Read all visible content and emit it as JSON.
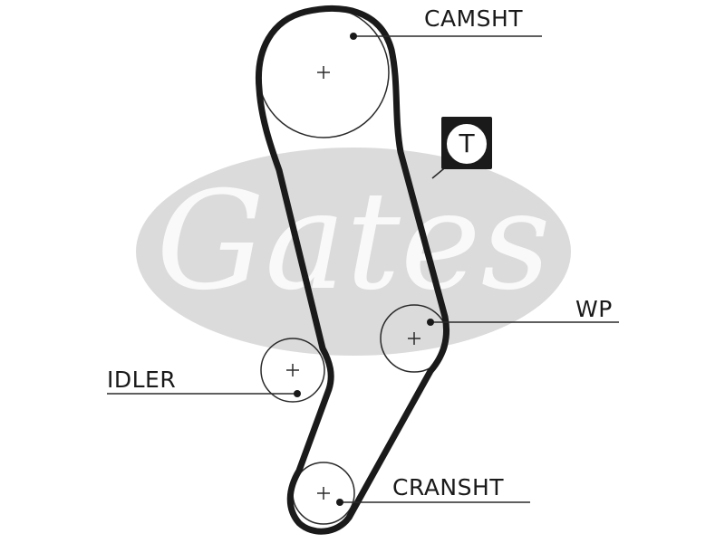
{
  "labels": {
    "camshaft": "CAMSHT",
    "water_pump": "WP",
    "idler": "IDLER",
    "crankshaft": "CRANSHT"
  },
  "tension_marker": {
    "letter": "T"
  },
  "watermark": {
    "brand_text": "Gates",
    "color": "#c9c9c9"
  },
  "colors": {
    "belt": "#1a1a1a",
    "line": "#2a2a2a",
    "background": "#ffffff"
  }
}
